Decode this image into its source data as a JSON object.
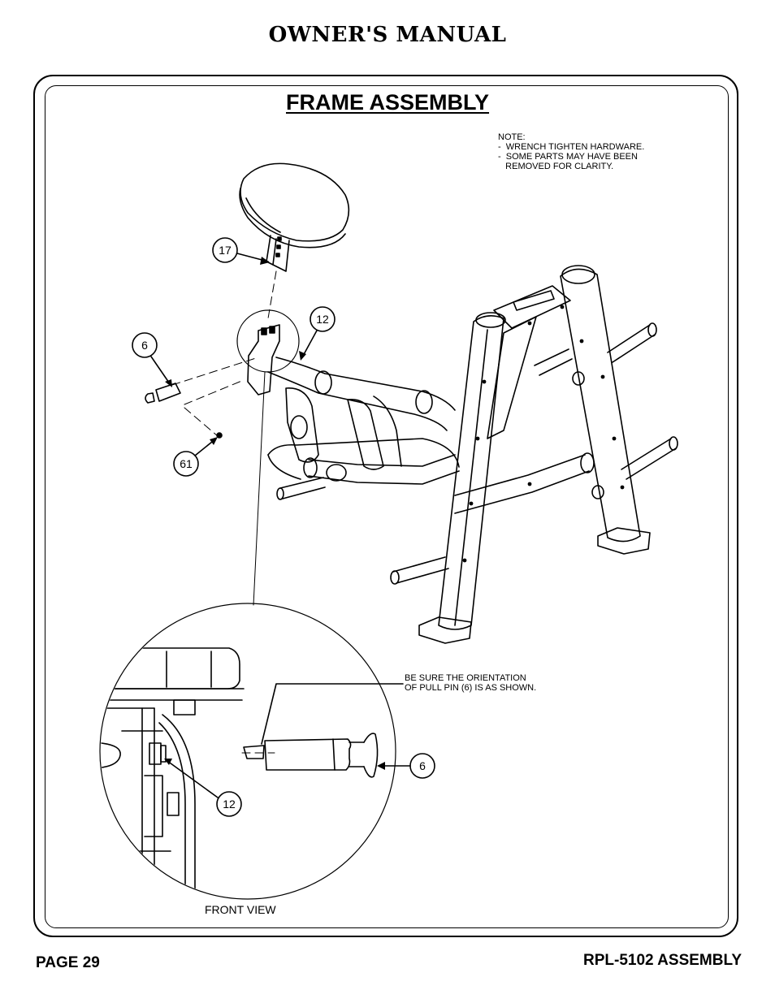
{
  "header": {
    "title": "OWNER'S MANUAL"
  },
  "section": {
    "title": "FRAME ASSEMBLY"
  },
  "notes": {
    "general": "NOTE:\n-  WRENCH TIGHTEN HARDWARE.\n-  SOME PARTS MAY HAVE BEEN\n   REMOVED FOR CLARITY.",
    "orientation": "BE SURE THE ORIENTATION\nOF PULL PIN (6) IS AS SHOWN."
  },
  "callouts": {
    "seat_pad": "17",
    "frame_upper": "12",
    "pull_pin": "6",
    "hardware": "61",
    "detail_pin": "6",
    "detail_frame": "12"
  },
  "detail": {
    "view_label": "FRONT VIEW"
  },
  "footer": {
    "page": "PAGE 29",
    "doc": "RPL-5102 ASSEMBLY"
  }
}
